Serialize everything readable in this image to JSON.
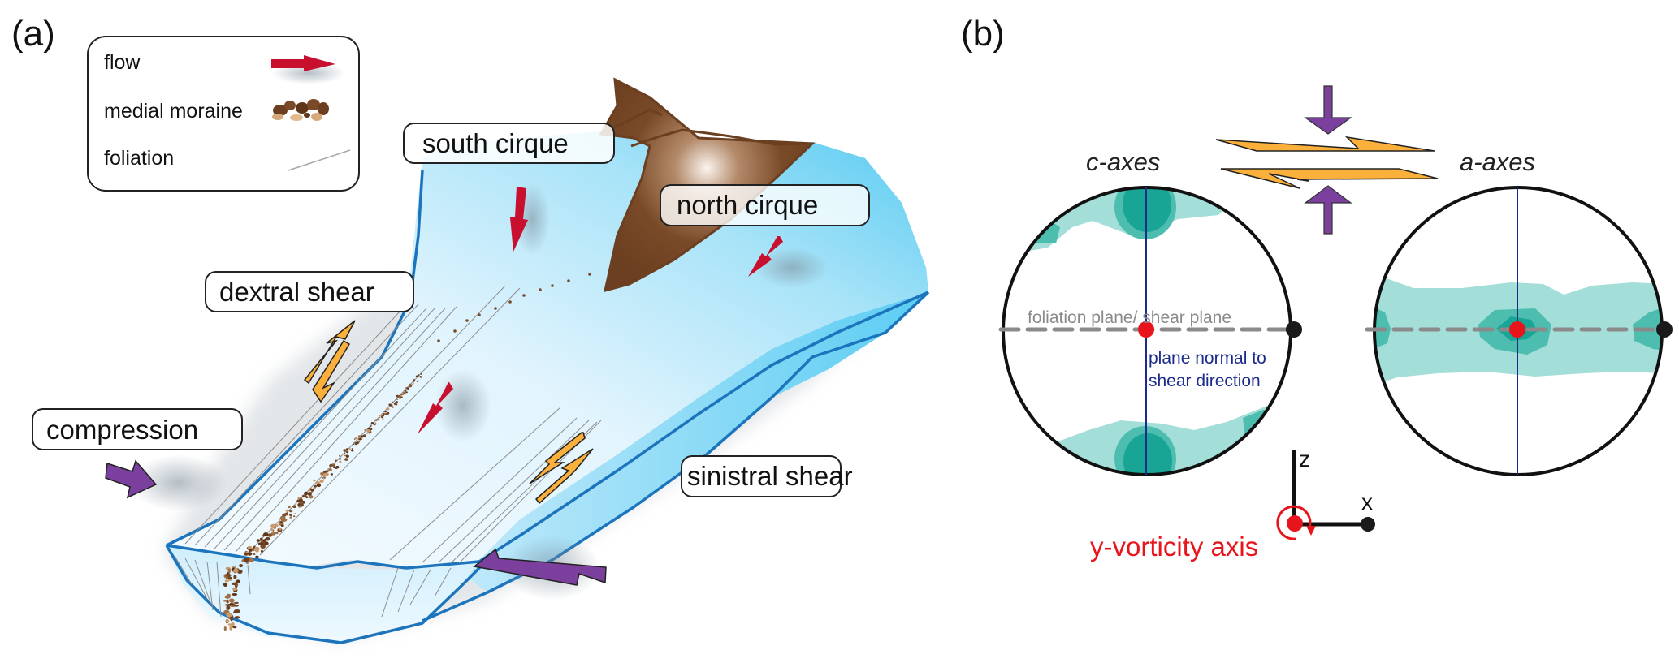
{
  "panels": {
    "a": {
      "label": "(a)",
      "legend": {
        "items": [
          {
            "label": "flow",
            "symbol": "red-arrow-icon"
          },
          {
            "label": "medial moraine",
            "symbol": "moraine-debris-icon"
          },
          {
            "label": "foliation",
            "symbol": "gray-line-icon"
          }
        ]
      },
      "callouts": {
        "south_cirque": "south cirque",
        "north_cirque": "north cirque",
        "dextral_shear": "dextral shear",
        "compression": "compression",
        "sinistral_shear": "sinistral shear"
      }
    },
    "b": {
      "label": "(b)",
      "c_axes": {
        "title": "c-axes",
        "foliation_label": "foliation plane/ shear plane",
        "normal_label_line1": "plane normal to",
        "normal_label_line2": "shear direction"
      },
      "a_axes": {
        "title": "a-axes"
      },
      "coordinate_frame": {
        "z_label": "z",
        "x_label": "x",
        "vorticity_label": "y-vorticity axis"
      }
    }
  },
  "colors": {
    "flow_arrow": "#c8102e",
    "compression_arrow": "#7b3f9e",
    "shear_arrow": "#fbb03b",
    "glacier_edge": "#1c75bc",
    "glacier_ice_light": "#e6f5fd",
    "glacier_ice_dark": "#5fcff3",
    "mountain": "#7a4a28",
    "contour_light": "#a3ded8",
    "contour_mid": "#4dbdb0",
    "contour_dark": "#18a595",
    "vorticity": "#e8141b",
    "normal_line": "#1b2b8c",
    "foliation_dash": "#8a8a8a"
  }
}
